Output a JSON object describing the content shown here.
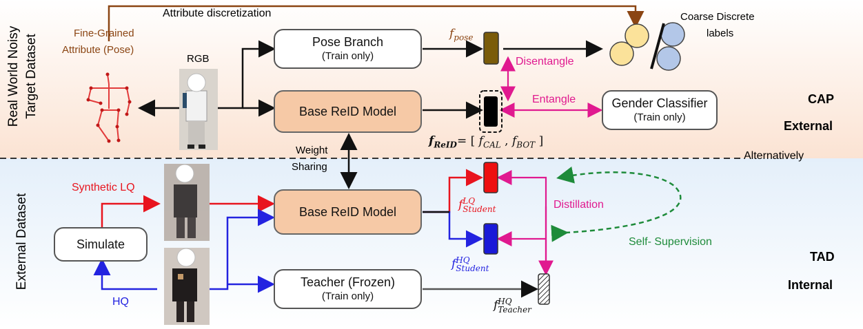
{
  "top": {
    "attr_discretization": "Attribute discretization",
    "fine_grained": [
      "Fine-Grained",
      "Attribute (Pose)"
    ],
    "rgb": "RGB",
    "coarse": [
      "Coarse Discrete",
      "labels"
    ],
    "side_title": [
      "Real World Noisy",
      "Target Dataset"
    ]
  },
  "boxes": {
    "pose_branch": {
      "line1": "Pose Branch",
      "line2": "(Train only)"
    },
    "base_reid_top": {
      "line1": "Base ReID Model"
    },
    "gender": {
      "line1": "Gender Classifier",
      "line2": "(Train only)"
    },
    "base_reid_bottom": {
      "line1": "Base ReID Model"
    },
    "simulate": {
      "line1": "Simulate"
    },
    "teacher": {
      "line1": "Teacher (Frozen)",
      "line2": "(Train only)"
    }
  },
  "features": {
    "f_pose": {
      "main": "f",
      "sub": "pose"
    },
    "f_reid": {
      "text_pre": "f",
      "sub_reid": "ReID",
      "eq": "= [ ",
      "cal": "f",
      "cal_sub": "CAL",
      "comma": " , ",
      "bot": "f",
      "bot_sub": "BOT",
      "close": " ]"
    },
    "f_student_lq": {
      "main": "f",
      "sup": "LQ",
      "sub": "Student"
    },
    "f_student_hq": {
      "main": "f",
      "sup": "HQ",
      "sub": "Student"
    },
    "f_teacher_hq": {
      "main": "f",
      "sup": "HQ",
      "sub": "Teacher"
    }
  },
  "arrows_labels": {
    "disentangle": "Disentangle",
    "entangle": "Entangle",
    "weight_sharing": [
      "Weight",
      "Sharing"
    ],
    "distillation": "Distillation",
    "self_supervision": "Self- Supervision",
    "synthetic_lq": "Synthetic LQ",
    "hq": "HQ",
    "alternatively": "Alternatively"
  },
  "right_labels": {
    "cap": "CAP",
    "external_top": "External",
    "tad": "TAD",
    "internal": "Internal"
  },
  "bottom": {
    "side_title": "External Dataset"
  },
  "colors": {
    "pink": "#e0198f",
    "red": "#e8141e",
    "blue": "#2323e0",
    "green": "#1e8b3a",
    "brown": "#8b4513",
    "orange_box": "#f6c9a6",
    "olive": "#7a5c0a"
  }
}
